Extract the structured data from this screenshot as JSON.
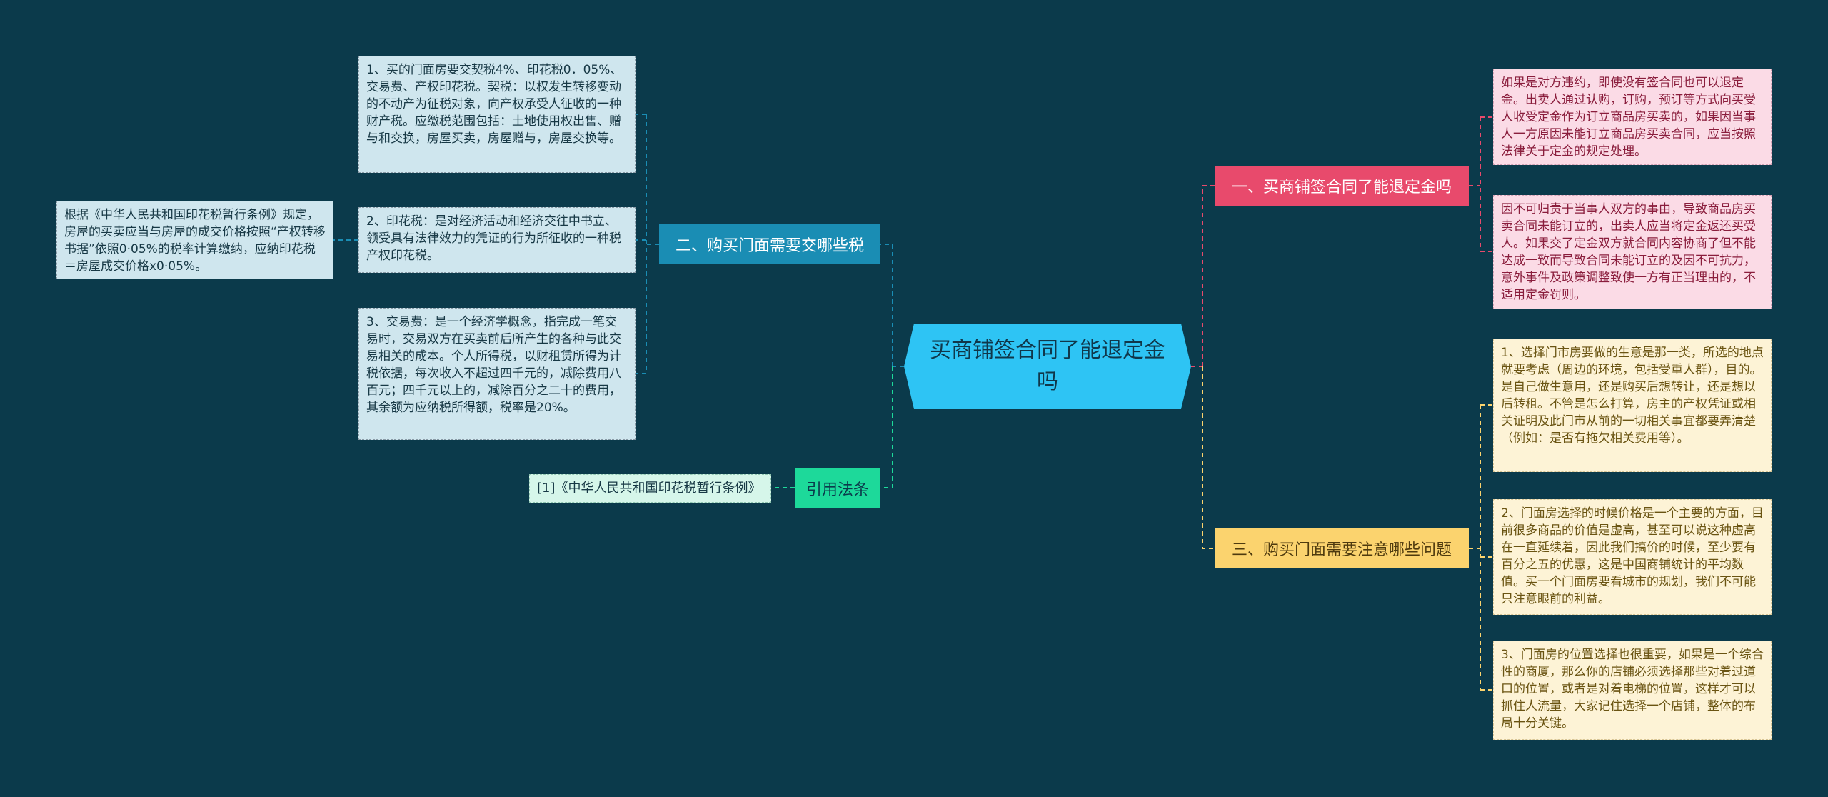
{
  "central": {
    "title": "买商铺签合同了能退定金吗"
  },
  "branches": {
    "deposit": {
      "label": "一、买商铺签合同了能退定金吗",
      "color": "#e84a6c"
    },
    "notes": {
      "label": "三、购买门面需要注意哪些问题",
      "color": "#fbd36e"
    },
    "taxes": {
      "label": "二、购买门面需要交哪些税",
      "color": "#1a8db4"
    },
    "law": {
      "label": "引用法条",
      "color": "#1dd99a"
    }
  },
  "deposit_items": [
    "如果是对方违约，即使没有签合同也可以退定金。出卖人通过认购，订购，预订等方式向买受人收受定金作为订立商品房买卖的，如果因当事人一方原因未能订立商品房买卖合同，应当按照法律关于定金的规定处理。",
    "因不可归责于当事人双方的事由，导致商品房买卖合同未能订立的，出卖人应当将定金返还买受人。如果交了定金双方就合同内容协商了但不能达成一致而导致合同未能订立的及因不可抗力，意外事件及政策调整致使一方有正当理由的，不适用定金罚则。"
  ],
  "notes_items": [
    "1、选择门市房要做的生意是那一类，所选的地点就要考虑（周边的环境，包括受重人群），目的。是自己做生意用，还是购买后想转让，还是想以后转租。不管是怎么打算，房主的产权凭证或相关证明及此门市从前的一切相关事宜都要弄清楚（例如：是否有拖欠相关费用等）。",
    "2、门面房选择的时候价格是一个主要的方面，目前很多商品的价值是虚高，甚至可以说这种虚高在一直延续着，因此我们搞价的时候，至少要有百分之五的优惠，这是中国商铺统计的平均数值。买一个门面房要看城市的规划，我们不可能只注意眼前的利益。",
    "3、门面房的位置选择也很重要，如果是一个综合性的商厦，那么你的店铺必须选择那些对着过道口的位置，或者是对着电梯的位置，这样才可以抓住人流量，大家记住选择一个店铺，整体的布局十分关键。"
  ],
  "tax_items": [
    "1、买的门面房要交契税4%、印花税0．05%、交易费、产权印花税。契税：以权发生转移变动的不动产为征税对象，向产权承受人征收的一种财产税。应缴税范围包括：土地使用权出售、赠与和交换，房屋买卖，房屋赠与，房屋交换等。",
    "2、印花税：是对经济活动和经济交往中书立、领受具有法律效力的凭证的行为所征收的一种税产权印花税。",
    "3、交易费：是一个经济学概念，指完成一笔交易时，交易双方在买卖前后所产生的各种与此交易相关的成本。个人所得税，以财租赁所得为计税依据，每次收入不超过四千元的，减除费用八百元；四千元以上的，减除百分之二十的费用，其余额为应纳税所得额，税率是20%。"
  ],
  "tax_sub_item": "根据《中华人民共和国印花税暂行条例》规定，房屋的买卖应当与房屋的成交价格按照“产权转移书据”依照0·05%的税率计算缴纳，应纳印花税＝房屋成交价格x0·05%。",
  "law_items": [
    "[1]《中华人民共和国印花税暂行条例》"
  ]
}
